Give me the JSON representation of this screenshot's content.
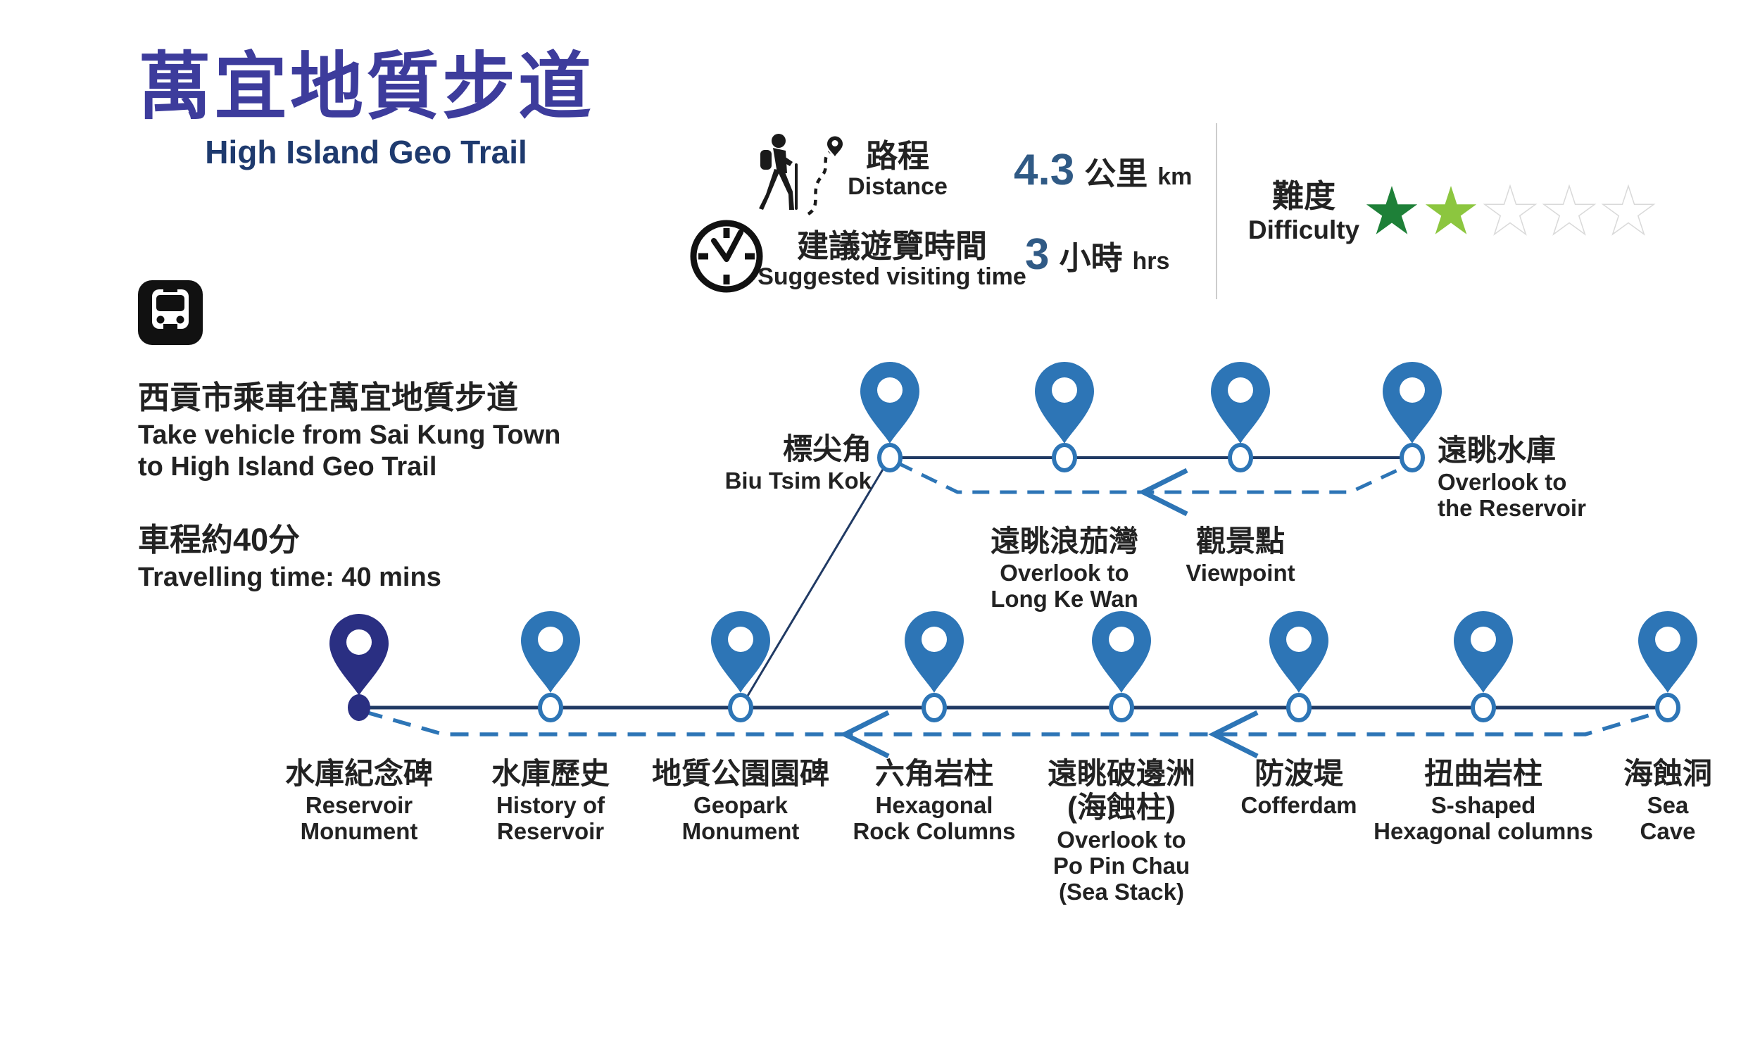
{
  "header": {
    "title_zh": "萬宜地質步道",
    "title_en": "High Island Geo Trail"
  },
  "stats": {
    "distance": {
      "label_zh": "路程",
      "label_en": "Distance",
      "value": "4.3",
      "unit_zh": "公里",
      "unit_en": "km"
    },
    "visiting_time": {
      "label_zh": "建議遊覽時間",
      "label_en": "Suggested visiting time",
      "value": "3",
      "unit_zh": "小時",
      "unit_en": "hrs"
    },
    "difficulty": {
      "label_zh": "難度",
      "label_en": "Difficulty",
      "rating": 2,
      "max": 5,
      "star_colors": [
        "#1e8038",
        "#8cc63f",
        "none",
        "none",
        "none"
      ],
      "empty_star_border": "#d9d9d9"
    }
  },
  "transport": {
    "route_zh": "西貢市乘車往萬宜地質步道",
    "route_en": "Take vehicle from Sai Kung Town\nto High Island Geo Trail",
    "duration_zh": "車程約40分",
    "duration_en": "Travelling time: 40 mins"
  },
  "trail": {
    "main_stops": [
      {
        "zh": "水庫紀念碑",
        "en": "Reservoir\nMonument"
      },
      {
        "zh": "水庫歷史",
        "en": "History of\nReservoir"
      },
      {
        "zh": "地質公園園碑",
        "en": "Geopark\nMonument"
      },
      {
        "zh": "六角岩柱",
        "en": "Hexagonal\nRock Columns"
      },
      {
        "zh": "遠眺破邊洲\n(海蝕柱)",
        "en": "Overlook to\nPo Pin Chau\n(Sea Stack)"
      },
      {
        "zh": "防波堤",
        "en": "Cofferdam"
      },
      {
        "zh": "扭曲岩柱",
        "en": "S-shaped\nHexagonal columns"
      },
      {
        "zh": "海蝕洞",
        "en": "Sea Cave"
      }
    ],
    "branch_stops": [
      {
        "zh": "標尖角",
        "en": "Biu Tsim Kok"
      },
      {
        "zh": "遠眺浪茄灣",
        "en": "Overlook to\nLong Ke Wan"
      },
      {
        "zh": "觀景點",
        "en": "Viewpoint"
      },
      {
        "zh": "遠眺水庫",
        "en": "Overlook to\nthe Reservoir"
      }
    ]
  },
  "colors": {
    "title_purple": "#3d3c9c",
    "subtitle_navy": "#1e3a6e",
    "text": "#222222",
    "pin_blue": "#2d75b6",
    "pin_dark_indigo": "#2a2f82",
    "trail_line_navy": "#203a64",
    "return_path_blue": "#2d75b6",
    "stat_value_blue": "#305a85"
  }
}
